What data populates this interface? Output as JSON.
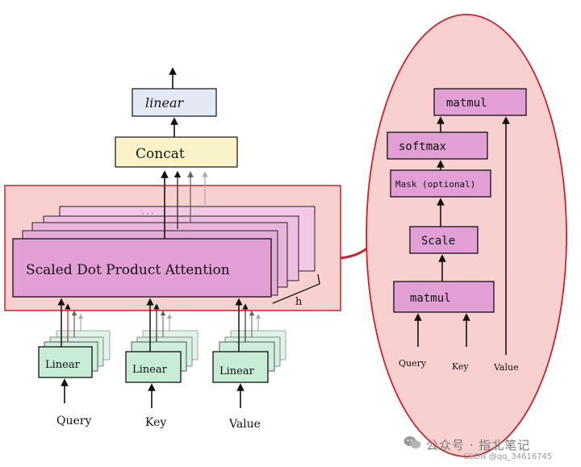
{
  "left": {
    "linear_top": "linear",
    "concat": "Concat",
    "attention": "Scaled Dot Product Attention",
    "heads_label": "h",
    "ellipsis": "·  ·  ·",
    "proj_label": "Linear",
    "inputs": [
      "Query",
      "Key",
      "Value"
    ]
  },
  "right": {
    "matmul_top": "matmul",
    "softmax": "softmax",
    "mask": "Mask (optional)",
    "scale": "Scale",
    "matmul_bottom": "matmul",
    "inputs": [
      "Query",
      "Key",
      "Value"
    ]
  },
  "watermark": {
    "title": "公众号 · 指北笔记",
    "credit": "CSDN @qq_34616745"
  },
  "colors": {
    "red_panel_fill": "#f9d0d0",
    "red_panel_stroke": "#c8252b",
    "pink_box": "#e29fd6",
    "green_box": "#c7edd6",
    "yellow_box": "#fbf3c8",
    "blue_box": "#e2e8f4"
  }
}
